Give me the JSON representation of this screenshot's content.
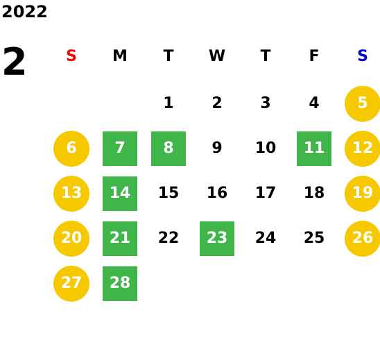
{
  "calendar": {
    "year": "2022",
    "month": "2",
    "weekdays": [
      "S",
      "M",
      "T",
      "W",
      "T",
      "F",
      "S"
    ],
    "colors": {
      "sunday_label": "#ff0000",
      "saturday_label": "#0000cc",
      "weekend_circle": "#f5c800",
      "highlight_square": "#3fb54a",
      "default_text": "#000000",
      "inverse_text": "#ffffff"
    },
    "weeks": [
      [
        null,
        null,
        {
          "day": "1",
          "style": "plain"
        },
        {
          "day": "2",
          "style": "plain"
        },
        {
          "day": "3",
          "style": "plain"
        },
        {
          "day": "4",
          "style": "plain"
        },
        {
          "day": "5",
          "style": "circle"
        }
      ],
      [
        {
          "day": "6",
          "style": "circle"
        },
        {
          "day": "7",
          "style": "square"
        },
        {
          "day": "8",
          "style": "square"
        },
        {
          "day": "9",
          "style": "plain"
        },
        {
          "day": "10",
          "style": "plain"
        },
        {
          "day": "11",
          "style": "square"
        },
        {
          "day": "12",
          "style": "circle"
        }
      ],
      [
        {
          "day": "13",
          "style": "circle"
        },
        {
          "day": "14",
          "style": "square"
        },
        {
          "day": "15",
          "style": "plain"
        },
        {
          "day": "16",
          "style": "plain"
        },
        {
          "day": "17",
          "style": "plain"
        },
        {
          "day": "18",
          "style": "plain"
        },
        {
          "day": "19",
          "style": "circle"
        }
      ],
      [
        {
          "day": "20",
          "style": "circle"
        },
        {
          "day": "21",
          "style": "square"
        },
        {
          "day": "22",
          "style": "plain"
        },
        {
          "day": "23",
          "style": "square"
        },
        {
          "day": "24",
          "style": "plain"
        },
        {
          "day": "25",
          "style": "plain"
        },
        {
          "day": "26",
          "style": "circle"
        }
      ],
      [
        {
          "day": "27",
          "style": "circle"
        },
        {
          "day": "28",
          "style": "square"
        },
        null,
        null,
        null,
        null,
        null
      ]
    ]
  }
}
